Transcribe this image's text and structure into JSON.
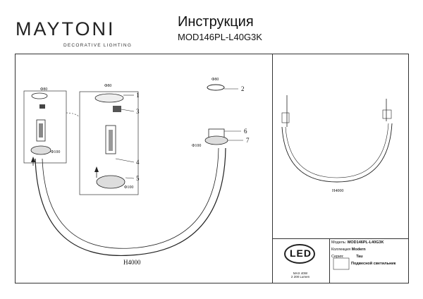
{
  "brand": {
    "name": "MAYTONI",
    "tagline": "DECORATIVE LIGHTING"
  },
  "doc": {
    "title": "Инструкция",
    "model": "MOD146PL-L40G3K"
  },
  "drawing": {
    "dim_main": "H4000",
    "dim_small": "H4000",
    "callouts": [
      "1",
      "2",
      "3",
      "4",
      "5",
      "6",
      "7"
    ],
    "d80_a": "Φ80",
    "d80_b": "Φ80",
    "d80_c": "Φ80",
    "d100_a": "Φ100",
    "d100_b": "Φ100",
    "d100_c": "Φ100"
  },
  "led": {
    "badge": "LED",
    "power": "MAX 40W",
    "lumen": "2 200 Lumen"
  },
  "specs": {
    "model_label": "Модель:",
    "model_value": "MOD146PL-L40G3K",
    "collection_label": "Коллекция",
    "collection_value": "Modern",
    "series_label": "Серия:",
    "series_value": "Tau",
    "type_value": "Подвесной светильник"
  }
}
